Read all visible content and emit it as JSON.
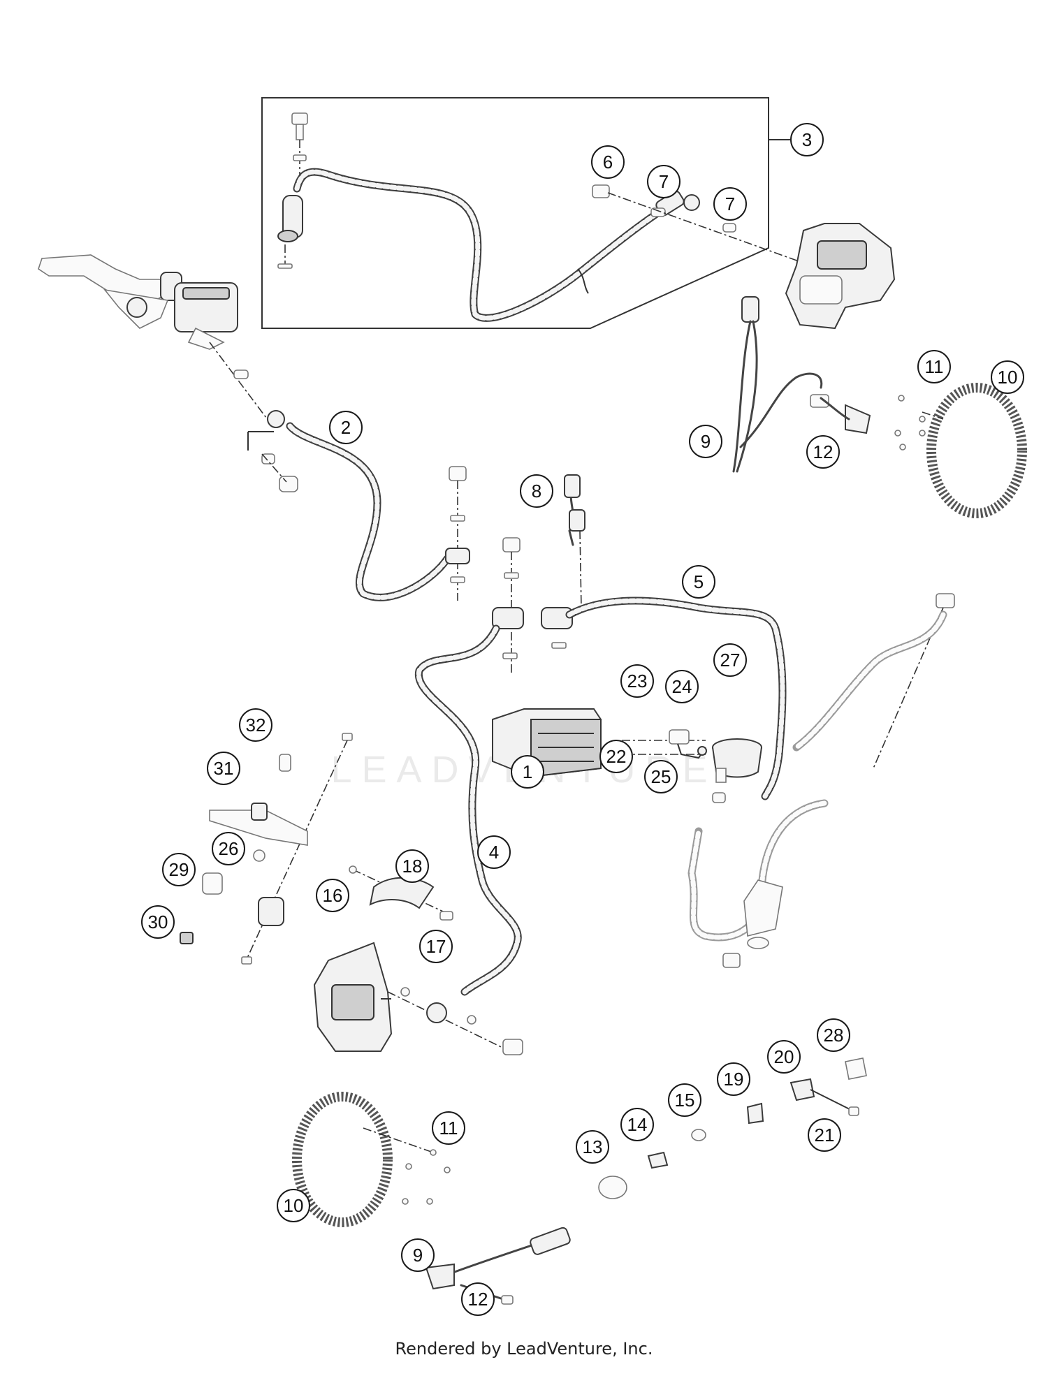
{
  "watermark": "LEADVENTURE",
  "footer": {
    "credit": "Rendered by LeadVenture, Inc."
  },
  "callouts": [
    {
      "id": "c3",
      "label": "3"
    },
    {
      "id": "c6",
      "label": "6"
    },
    {
      "id": "c7a",
      "label": "7"
    },
    {
      "id": "c7b",
      "label": "7"
    },
    {
      "id": "c2",
      "label": "2"
    },
    {
      "id": "c11a",
      "label": "11"
    },
    {
      "id": "c10a",
      "label": "10"
    },
    {
      "id": "c9a",
      "label": "9"
    },
    {
      "id": "c12a",
      "label": "12"
    },
    {
      "id": "c8",
      "label": "8"
    },
    {
      "id": "c5",
      "label": "5"
    },
    {
      "id": "c23",
      "label": "23"
    },
    {
      "id": "c24",
      "label": "24"
    },
    {
      "id": "c27",
      "label": "27"
    },
    {
      "id": "c32",
      "label": "32"
    },
    {
      "id": "c22",
      "label": "22"
    },
    {
      "id": "c1",
      "label": "1"
    },
    {
      "id": "c25",
      "label": "25"
    },
    {
      "id": "c31",
      "label": "31"
    },
    {
      "id": "c4",
      "label": "4"
    },
    {
      "id": "c26",
      "label": "26"
    },
    {
      "id": "c18",
      "label": "18"
    },
    {
      "id": "c29",
      "label": "29"
    },
    {
      "id": "c16",
      "label": "16"
    },
    {
      "id": "c30",
      "label": "30"
    },
    {
      "id": "c17",
      "label": "17"
    },
    {
      "id": "c28",
      "label": "28"
    },
    {
      "id": "c20",
      "label": "20"
    },
    {
      "id": "c19",
      "label": "19"
    },
    {
      "id": "c15",
      "label": "15"
    },
    {
      "id": "c14",
      "label": "14"
    },
    {
      "id": "c21",
      "label": "21"
    },
    {
      "id": "c11b",
      "label": "11"
    },
    {
      "id": "c13",
      "label": "13"
    },
    {
      "id": "c10b",
      "label": "10"
    },
    {
      "id": "c9b",
      "label": "9"
    },
    {
      "id": "c12b",
      "label": "12"
    }
  ]
}
